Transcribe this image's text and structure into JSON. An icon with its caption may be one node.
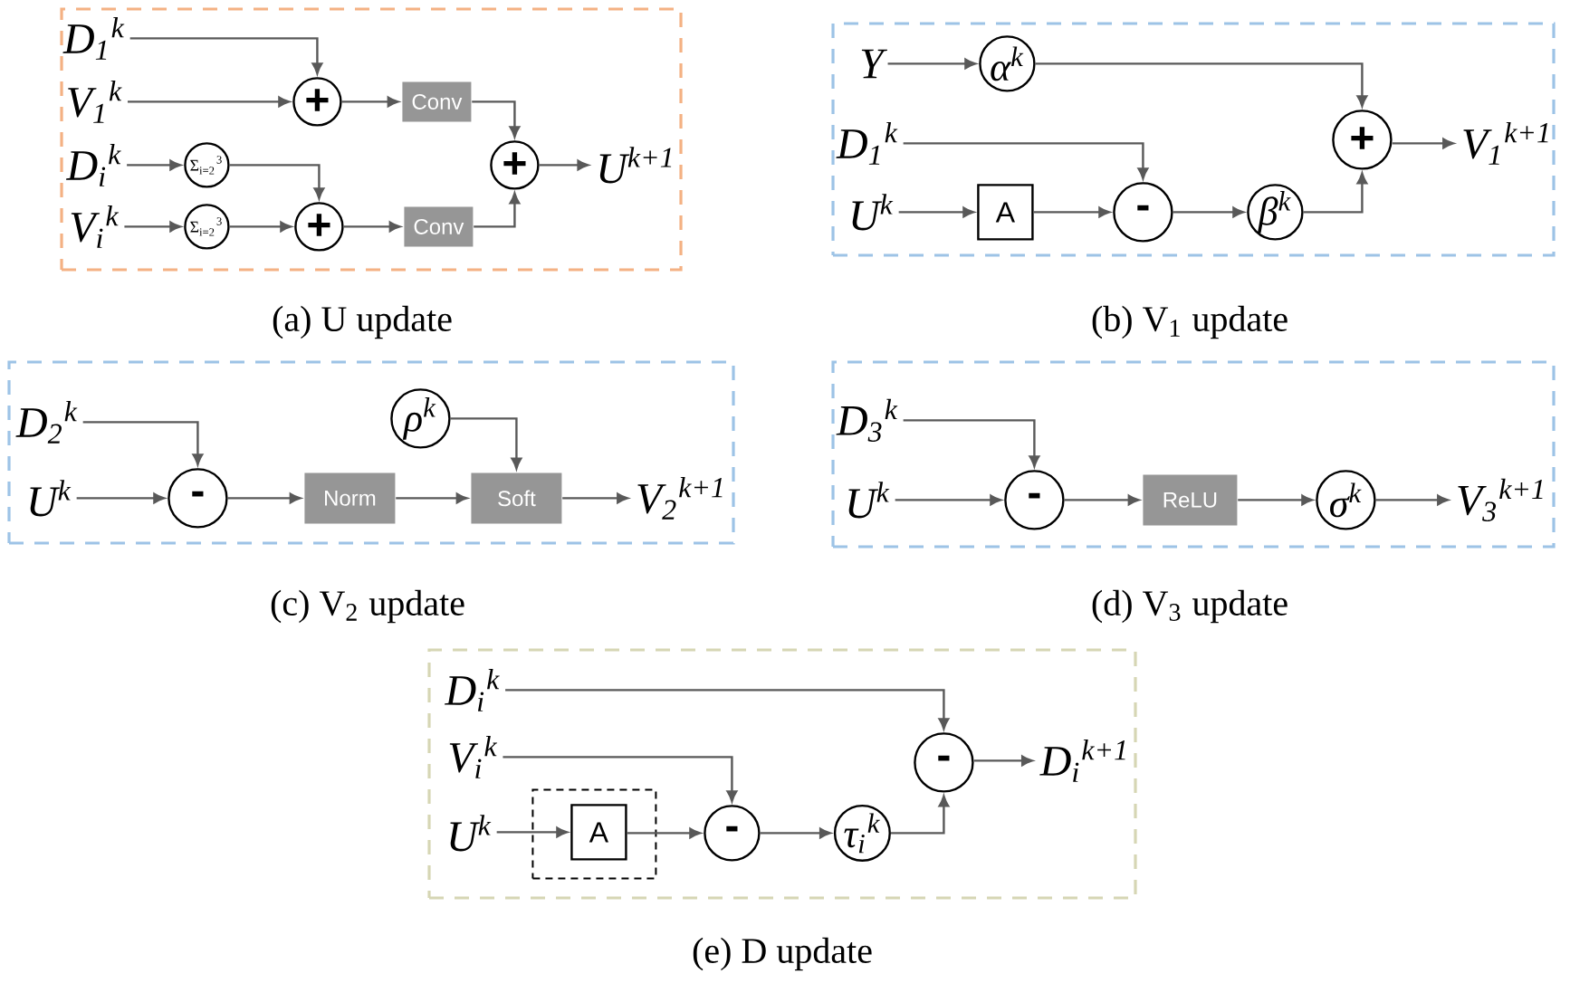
{
  "diagram": {
    "nodes": [
      {
        "text": [],
        "shape": "box"
      },
      {
        "text": [
          "D$_{1}$$^{k}$"
        ],
        "in": 0
      },
      {
        "text": [
          "V$_{1}$$^{k}$"
        ],
        "in": 0
      },
      {
        "text": [
          "D$_{i}$$^{k}$"
        ],
        "in": 0
      },
      {
        "text": [
          "V$_{i}$$^{k}$"
        ],
        "in": 0
      },
      {
        "text": [
          "Σ$_{i=2}$$^{3}$"
        ],
        "in": 0
      },
      {
        "text": [
          "Σ$_{i=2}$$^{3}$"
        ],
        "in": 0
      },
      {
        "text": [
          "+"
        ],
        "in": 0
      },
      {
        "text": [
          "+"
        ],
        "in": 0
      },
      {
        "text": [
          "Conv"
        ],
        "in": 0
      },
      {
        "text": [
          "Conv"
        ],
        "in": 0
      },
      {
        "text": [
          "+"
        ],
        "in": 0
      },
      {
        "text": [
          "U$^{k+1}$"
        ],
        "in": 0
      },
      {
        "text": [],
        "shape": "box"
      },
      {
        "text": [
          "Y"
        ],
        "in": 13
      },
      {
        "text": [
          "α$^{k}$"
        ],
        "in": 13
      },
      {
        "text": [
          "D$_{1}$$^{k}$"
        ],
        "in": 13
      },
      {
        "text": [
          "U$^{k}$"
        ],
        "in": 13
      },
      {
        "text": [
          "A"
        ],
        "in": 13
      },
      {
        "text": [
          "-"
        ],
        "in": 13
      },
      {
        "text": [
          "β$^{k}$"
        ],
        "in": 13
      },
      {
        "text": [
          "+"
        ],
        "in": 13
      },
      {
        "text": [
          "V$_{1}$$^{k+1}$"
        ],
        "in": 13
      },
      {
        "text": [],
        "shape": "box"
      },
      {
        "text": [
          "D$_{2}$$^{k}$"
        ],
        "in": 23
      },
      {
        "text": [
          "ρ$^{k}$"
        ],
        "in": 23
      },
      {
        "text": [
          "U$^{k}$"
        ],
        "in": 23
      },
      {
        "text": [
          "-"
        ],
        "in": 23
      },
      {
        "text": [
          "Norm"
        ],
        "in": 23
      },
      {
        "text": [
          "Soft"
        ],
        "in": 23
      },
      {
        "text": [
          "V$_{2}$$^{k+1}$"
        ],
        "in": 23
      },
      {
        "text": [],
        "shape": "box"
      },
      {
        "text": [
          "D$_{3}$$^{k}$"
        ],
        "in": 31
      },
      {
        "text": [
          "U$^{k}$"
        ],
        "in": 31
      },
      {
        "text": [
          "-"
        ],
        "in": 31
      },
      {
        "text": [
          "ReLU"
        ],
        "in": 31
      },
      {
        "text": [
          "σ$^{k}$"
        ],
        "in": 31
      },
      {
        "text": [
          "V$_{3}$$^{k+1}$"
        ],
        "in": 31
      },
      {
        "text": [],
        "shape": "box"
      },
      {
        "text": [
          "D$_{i}$$^{k}$"
        ],
        "in": 38
      },
      {
        "text": [
          "V$_{i}$$^{k}$"
        ],
        "in": 38
      },
      {
        "text": [
          "U$^{k}$"
        ],
        "in": 38
      },
      {
        "text": [],
        "shape": "box",
        "in": 38
      },
      {
        "text": [
          "A"
        ],
        "in": 42
      },
      {
        "text": [
          "-"
        ],
        "in": 38
      },
      {
        "text": [
          "τ$_{i}$$^{k}$"
        ],
        "in": 38
      },
      {
        "text": [
          "-"
        ],
        "in": 38
      },
      {
        "text": [
          "D$_{i}$$^{k+1}$"
        ],
        "in": 38
      }
    ],
    "edges": [
      {
        "from": 1,
        "to": 7,
        "arrow": "to"
      },
      {
        "from": 2,
        "to": 7,
        "arrow": "to"
      },
      {
        "from": 3,
        "to": 5,
        "arrow": "to"
      },
      {
        "from": 4,
        "to": 6,
        "arrow": "to"
      },
      {
        "from": 5,
        "to": 8,
        "arrow": "to"
      },
      {
        "from": 6,
        "to": 8,
        "arrow": "to"
      },
      {
        "from": 7,
        "to": 9,
        "arrow": "to"
      },
      {
        "from": 8,
        "to": 10,
        "arrow": "to"
      },
      {
        "from": 9,
        "to": 11,
        "arrow": "to"
      },
      {
        "from": 10,
        "to": 11,
        "arrow": "to"
      },
      {
        "from": 11,
        "to": 12,
        "arrow": "to"
      },
      {
        "from": 14,
        "to": 15,
        "arrow": "to"
      },
      {
        "from": 15,
        "to": 21,
        "arrow": "to"
      },
      {
        "from": 16,
        "to": 19,
        "arrow": "to"
      },
      {
        "from": 17,
        "to": 18,
        "arrow": "to"
      },
      {
        "from": 18,
        "to": 19,
        "arrow": "to"
      },
      {
        "from": 19,
        "to": 20,
        "arrow": "to"
      },
      {
        "from": 20,
        "to": 21,
        "arrow": "to"
      },
      {
        "from": 21,
        "to": 22,
        "arrow": "to"
      },
      {
        "from": 24,
        "to": 27,
        "arrow": "to"
      },
      {
        "from": 26,
        "to": 27,
        "arrow": "to"
      },
      {
        "from": 27,
        "to": 28,
        "arrow": "to"
      },
      {
        "from": 28,
        "to": 29,
        "arrow": "to"
      },
      {
        "from": 25,
        "to": 29,
        "arrow": "to"
      },
      {
        "from": 29,
        "to": 30,
        "arrow": "to"
      },
      {
        "from": 32,
        "to": 34,
        "arrow": "to"
      },
      {
        "from": 33,
        "to": 34,
        "arrow": "to"
      },
      {
        "from": 34,
        "to": 35,
        "arrow": "to"
      },
      {
        "from": 35,
        "to": 36,
        "arrow": "to"
      },
      {
        "from": 36,
        "to": 37,
        "arrow": "to"
      },
      {
        "from": 39,
        "to": 46,
        "arrow": "to"
      },
      {
        "from": 40,
        "to": 44,
        "arrow": "to"
      },
      {
        "from": 41,
        "to": 43,
        "arrow": "to"
      },
      {
        "from": 43,
        "to": 44,
        "arrow": "to"
      },
      {
        "from": 44,
        "to": 45,
        "arrow": "to"
      },
      {
        "from": 45,
        "to": 46,
        "arrow": "to"
      },
      {
        "from": 46,
        "to": 47,
        "arrow": "to"
      }
    ],
    "labels": [
      "(a) U update",
      "(b) V$_{1}$ update",
      "(c) V$_{2}$ update",
      "(d) V$_{3}$ update",
      "(e) D update"
    ]
  }
}
